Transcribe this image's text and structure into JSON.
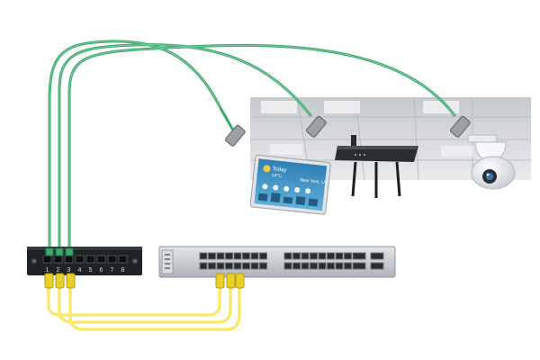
{
  "patch_panel": {
    "port_numbers": [
      "1",
      "2",
      "3",
      "4",
      "5",
      "6",
      "7",
      "8"
    ]
  },
  "tablet": {
    "day": "Today",
    "temperature": "14°C",
    "city": "New York, US"
  },
  "colors": {
    "uplink_cable": "#3aa86b",
    "patch_cable": "#f2df3c",
    "switch_body": "#c9ced3",
    "panel_body": "#1f2326",
    "ceiling": "#d7d9dc"
  },
  "icons": [
    "router-icon",
    "ip-camera-icon",
    "tablet-icon",
    "network-switch-icon",
    "patch-panel-icon"
  ]
}
